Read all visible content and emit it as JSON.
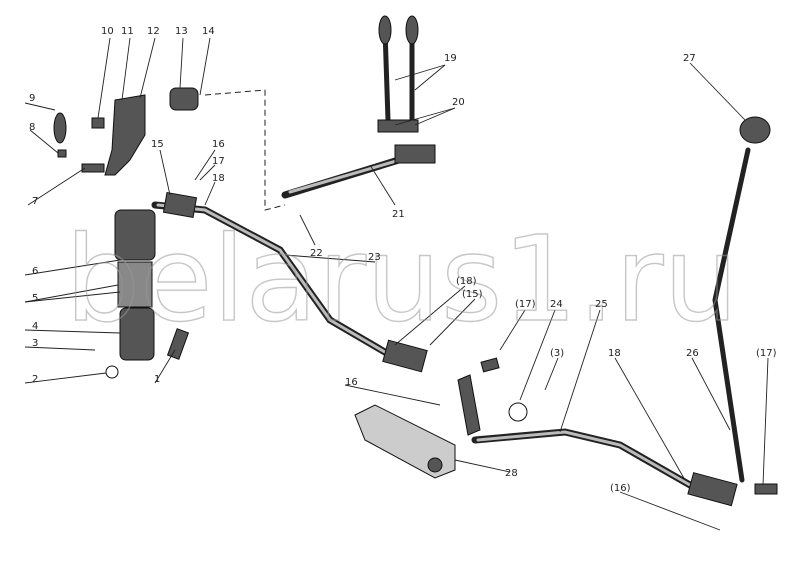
{
  "watermark": "belarus1.ru",
  "labels": {
    "l10": "10",
    "l11": "11",
    "l12": "12",
    "l13": "13",
    "l14": "14",
    "l9": "9",
    "l8": "8",
    "l7": "7",
    "l15": "15",
    "l16": "16",
    "l17": "17",
    "l18": "18",
    "l6": "6",
    "l5": "5",
    "l4": "4",
    "l3": "3",
    "l2": "2",
    "l1": "1",
    "l19": "19",
    "l20": "20",
    "l21": "21",
    "l22": "22",
    "l23": "23",
    "l18b": "(18)",
    "l15b": "(15)",
    "l17b": "(17)",
    "l24": "24",
    "l25": "25",
    "l3b": "(3)",
    "l18c": "18",
    "l26": "26",
    "l17c": "(17)",
    "l27": "27",
    "l16b": "16",
    "l28": "28",
    "l16c": "(16)"
  }
}
